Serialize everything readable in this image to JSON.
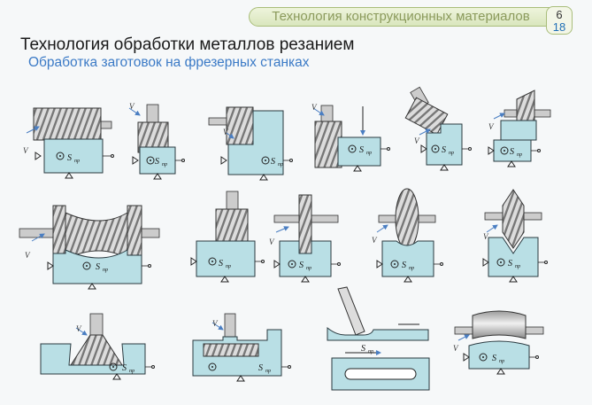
{
  "header": {
    "section_title": "Технология конструкционных материалов",
    "page_top": "6",
    "page_bottom": "18"
  },
  "content": {
    "title": "Технология обработки металлов резанием",
    "subtitle": "Обработка заготовок на фрезерных станках"
  },
  "labels": {
    "v": "V",
    "s_pr": "S",
    "s_pr_sub": "пр"
  },
  "colors": {
    "table_blue": "#b9dfe5",
    "table_stroke": "#2a3a40",
    "cutter_fill": "#d7d7d7",
    "cutter_dark": "#6f6f6f",
    "accent_text": "#3b7ac6",
    "arrow_blue": "#4a7ec2"
  }
}
